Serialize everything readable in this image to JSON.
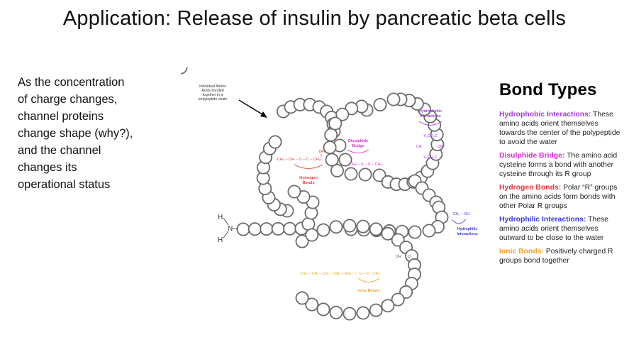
{
  "slide": {
    "title": "Application: Release of insulin by pancreatic beta cells",
    "body_lines": [
      "As the concentration",
      "of charge changes,",
      "channel proteins",
      "change shape (why?),",
      "and the channel",
      "changes its",
      "operational status"
    ]
  },
  "diagram": {
    "pointer_label": [
      "Individual Amino",
      "Acids bonded",
      "together in a",
      "polypeptide chain"
    ],
    "terminal": {
      "h_top": "H",
      "n": "N",
      "h_bottom": "H"
    },
    "hydrogen_bond": {
      "formula": "-CH₂ – OH – O – C – CH₂-",
      "nh": "NH",
      "label": [
        "Hydrogen",
        "Bonds"
      ],
      "color": "#e8343c"
    },
    "disulphide": {
      "formula": "-CH₂ – S – S – CH₂-",
      "label": [
        "Disulphide",
        "Bridge"
      ],
      "color": "#d62ecf"
    },
    "hydrophobic": {
      "formula_top": "H₃CH₃C",
      "formula_mid_left": "CH",
      "formula_mid_right": "CH",
      "formula_bottom": "H₃CH₃C",
      "label": [
        "Hydrophobic",
        "Interactions"
      ],
      "color": "#a23bdc"
    },
    "hydrophilic": {
      "formula": "CH₂ – OH",
      "label": [
        "Hydrophilic",
        "Interactions"
      ],
      "color": "#3a3adc"
    },
    "ionic": {
      "formula": "-CH₂ – CH₂ – CH₂ – CH₂ – NH₃⁺ – ⁻O – C – CH₂-",
      "oh": "OH",
      "o": "O",
      "label": "Ionic Bonds",
      "color": "#f2a023"
    }
  },
  "bond_types": {
    "title": "Bond Types",
    "items": [
      {
        "name": "Hydrophobic Interactions:",
        "desc": "These amino acids orient themselves towards the center of the polypeptide to avoid the water",
        "color": "#a23bdc"
      },
      {
        "name": "Disulphide Bridge:",
        "desc": "The amino acid cysteine forms a bond with another cysteine through its R group",
        "color": "#d62ecf"
      },
      {
        "name": "Hydrogen Bonds:",
        "desc": "Polar “R” groups on the amino acids form bonds with other Polar R groups",
        "color": "#e8343c"
      },
      {
        "name": "Hydrophilic Interactions:",
        "desc": "These amino acids orient themselves outward to be close to the water",
        "color": "#3a3adc"
      },
      {
        "name": "Ionic Bonds:",
        "desc": "Positively charged R groups bond together",
        "color": "#f2a023"
      }
    ]
  }
}
